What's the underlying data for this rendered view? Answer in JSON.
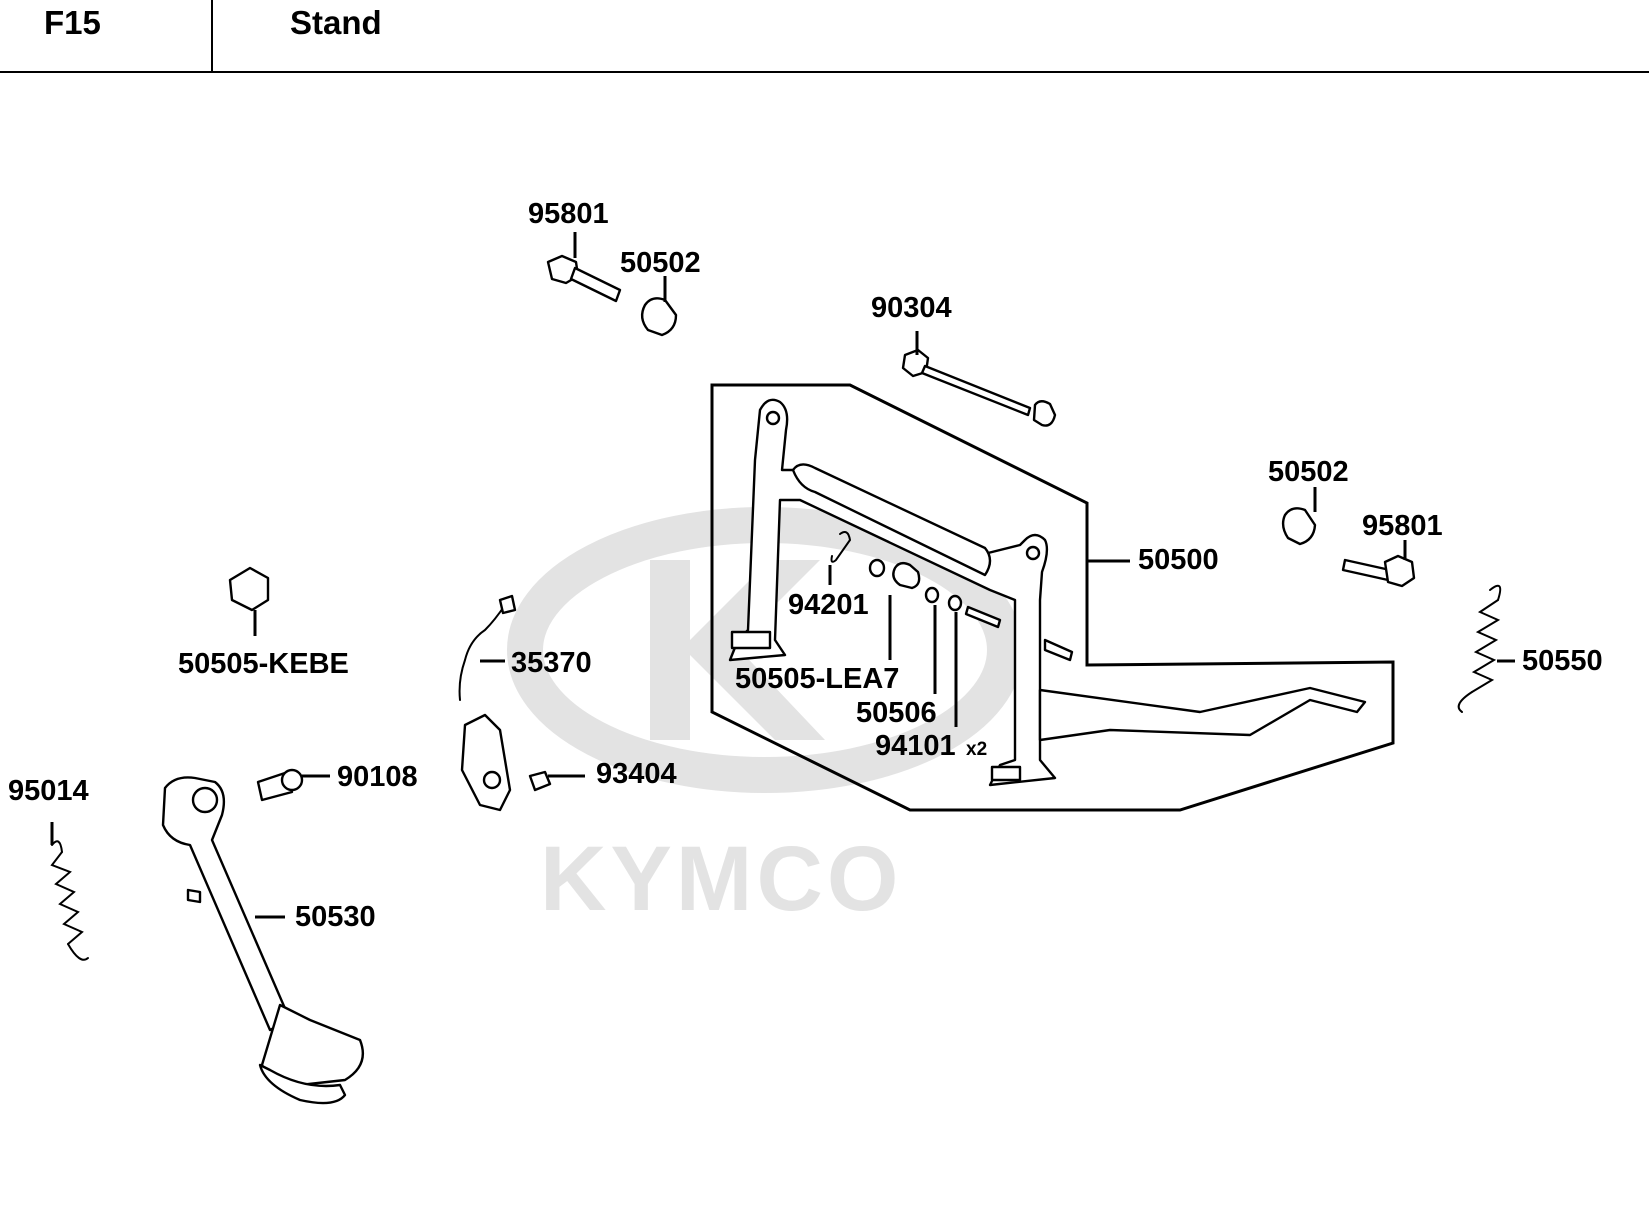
{
  "header": {
    "code": "F15",
    "title": "Stand"
  },
  "watermark": {
    "brand": "KYMCO",
    "color": "#e3e3e3"
  },
  "labels": {
    "p95801_top": "95801",
    "p50502_top": "50502",
    "p90304": "90304",
    "p50502_right": "50502",
    "p95801_right": "95801",
    "p50500": "50500",
    "p50550": "50550",
    "p94201": "94201",
    "p50505_lea7": "50505-LEA7",
    "p50506": "50506",
    "p94101": "94101",
    "p94101_qty": "x2",
    "p50505_kebe": "50505-KEBE",
    "p35370": "35370",
    "p90108": "90108",
    "p93404": "93404",
    "p95014": "95014",
    "p50530": "50530"
  }
}
